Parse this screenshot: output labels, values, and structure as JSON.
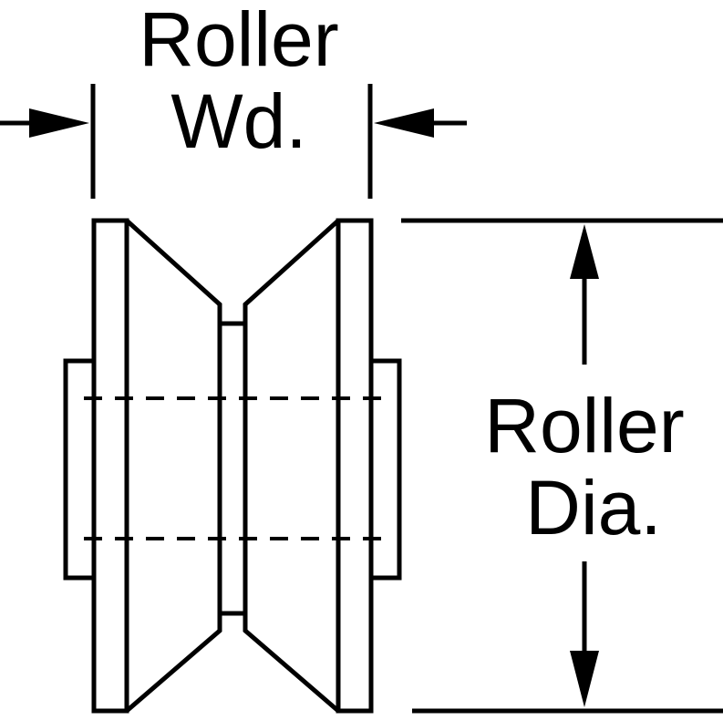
{
  "diagram": {
    "width_label": {
      "line1": "Roller",
      "line2": "Wd."
    },
    "diameter_label": {
      "line1": "Roller",
      "line2": "Dia."
    },
    "colors": {
      "ink": "#000000",
      "background": "#ffffff"
    }
  }
}
